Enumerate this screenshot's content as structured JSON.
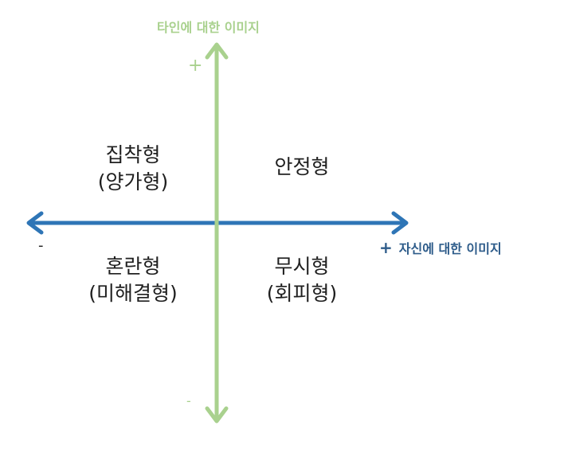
{
  "axes": {
    "y": {
      "title": "타인에 대한 이미지",
      "plus": "+",
      "minus": "-"
    },
    "x": {
      "title": "자신에 대한 이미지",
      "plus": "+",
      "minus": "-"
    }
  },
  "quadrants": {
    "top_left": {
      "name": "집착형",
      "alt": "(양가형)"
    },
    "top_right": {
      "name": "안정형"
    },
    "bottom_left": {
      "name": "혼란형",
      "alt": "(미해결형)"
    },
    "bottom_right": {
      "name": "무시형",
      "alt": "(회피형)"
    }
  },
  "colors": {
    "x_axis": "#2e75b6",
    "y_axis": "#a9d18e",
    "x_label": "#2e5c8a",
    "text": "#1f1f1f"
  }
}
